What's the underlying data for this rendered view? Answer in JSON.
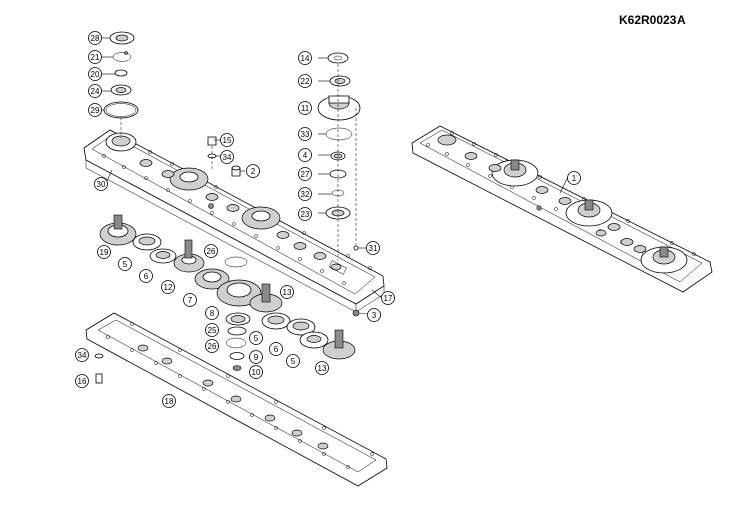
{
  "header": {
    "drawing_code": "K62R0023",
    "revision": "A"
  },
  "callouts": [
    {
      "id": "c-28",
      "label": "28"
    },
    {
      "id": "c-21",
      "label": "21"
    },
    {
      "id": "c-20",
      "label": "20"
    },
    {
      "id": "c-24",
      "label": "24"
    },
    {
      "id": "c-29",
      "label": "29"
    },
    {
      "id": "c-15",
      "label": "15"
    },
    {
      "id": "c-34a",
      "label": "34"
    },
    {
      "id": "c-2",
      "label": "2"
    },
    {
      "id": "c-30",
      "label": "30"
    },
    {
      "id": "c-14",
      "label": "14"
    },
    {
      "id": "c-22",
      "label": "22"
    },
    {
      "id": "c-11",
      "label": "11"
    },
    {
      "id": "c-33",
      "label": "33"
    },
    {
      "id": "c-4",
      "label": "4"
    },
    {
      "id": "c-27",
      "label": "27"
    },
    {
      "id": "c-32",
      "label": "32"
    },
    {
      "id": "c-23",
      "label": "23"
    },
    {
      "id": "c-31",
      "label": "31"
    },
    {
      "id": "c-17",
      "label": "17"
    },
    {
      "id": "c-3",
      "label": "3"
    },
    {
      "id": "c-19",
      "label": "19"
    },
    {
      "id": "c-5a",
      "label": "5"
    },
    {
      "id": "c-6a",
      "label": "6"
    },
    {
      "id": "c-12",
      "label": "12"
    },
    {
      "id": "c-7",
      "label": "7"
    },
    {
      "id": "c-26a",
      "label": "26"
    },
    {
      "id": "c-13a",
      "label": "13"
    },
    {
      "id": "c-8",
      "label": "8"
    },
    {
      "id": "c-25",
      "label": "25"
    },
    {
      "id": "c-26b",
      "label": "26"
    },
    {
      "id": "c-9",
      "label": "9"
    },
    {
      "id": "c-10",
      "label": "10"
    },
    {
      "id": "c-5b",
      "label": "5"
    },
    {
      "id": "c-6b",
      "label": "6"
    },
    {
      "id": "c-5c",
      "label": "5"
    },
    {
      "id": "c-13b",
      "label": "13"
    },
    {
      "id": "c-34b",
      "label": "34"
    },
    {
      "id": "c-16",
      "label": "16"
    },
    {
      "id": "c-18",
      "label": "18"
    },
    {
      "id": "c-1",
      "label": "1"
    }
  ]
}
